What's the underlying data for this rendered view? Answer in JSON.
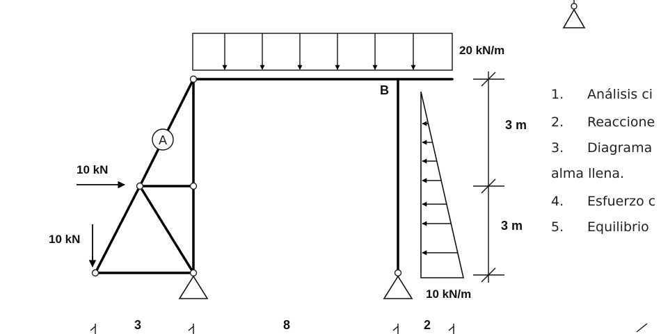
{
  "diagram": {
    "loads": {
      "distributed_top": "20 kN/m",
      "triangular_right": "10 kN/m",
      "point_horizontal": "10 kN",
      "point_vertical": "10 kN"
    },
    "labels": {
      "node_A": "A",
      "node_B": "B"
    },
    "dimensions": {
      "vertical_top": "3 m",
      "vertical_bottom": "3 m",
      "span_left": "3",
      "span_middle": "8",
      "span_right": "2"
    }
  },
  "questions": [
    {
      "num": "1.",
      "text": "Análisis ci"
    },
    {
      "num": "2.",
      "text": "Reaccione"
    },
    {
      "num": "3.",
      "text": "Diagrama"
    },
    {
      "num": "",
      "text": "alma llena."
    },
    {
      "num": "4.",
      "text": "Esfuerzo c"
    },
    {
      "num": "5.",
      "text": "Equilibrio"
    }
  ]
}
